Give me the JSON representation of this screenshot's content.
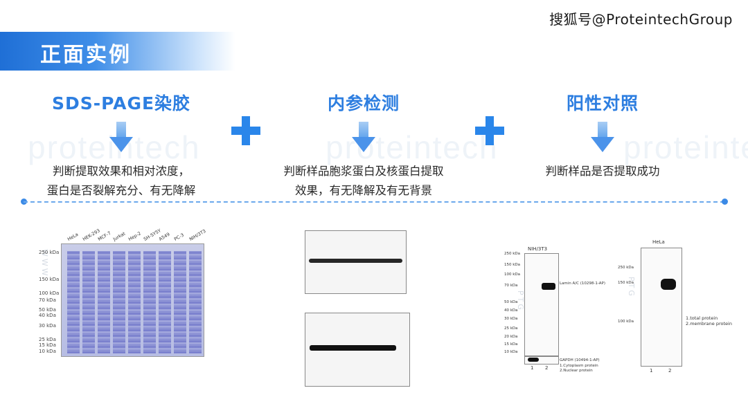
{
  "watermark": "搜狐号@ProteintechGroup",
  "title": "正面实例",
  "bg_logo_text": "proteintech",
  "columns": [
    {
      "heading": "SDS-PAGE染胶",
      "desc": [
        "判断提取效果和相对浓度，",
        "蛋白是否裂解充分、有无降解"
      ]
    },
    {
      "heading": "内参检测",
      "desc": [
        "判断样品胞浆蛋白及核蛋白提取",
        "效果，有无降解及有无背景"
      ]
    },
    {
      "heading": "阳性对照",
      "desc": [
        "判断样品是否提取成功"
      ]
    }
  ],
  "gel": {
    "lanes": [
      "HeLa",
      "HEK-293",
      "MCF-7",
      "Jurkat",
      "Hep-2",
      "SH-SY5Y",
      "A549",
      "PC-3",
      "NIH/3T3"
    ],
    "ladder": [
      "250 kDa",
      "150 kDa",
      "100 kDa",
      "70 kDa",
      "50 kDa",
      "40 kDa",
      "30 kDa",
      "25 kDa",
      "15 kDa",
      "10 kDa"
    ]
  },
  "blot_right1": {
    "cell": "NIH/3T3",
    "ladder": [
      "250 kDa",
      "150 kDa",
      "100 kDa",
      "70 kDa",
      "50 kDa",
      "40 kDa",
      "30 kDa",
      "25 kDa",
      "20 kDa",
      "15 kDa",
      "10 kDa"
    ],
    "target": "Lamin A/C (10298-1-AP)",
    "control": "GAPDH (10494-1-AP)",
    "legend": [
      "1.Cytoplasm protein",
      "2.Nuclear protein"
    ],
    "lane_nums": [
      "1",
      "2"
    ]
  },
  "blot_right2": {
    "cell": "HeLa",
    "ladder": [
      "250 kDa",
      "150 kDa",
      "100 kDa"
    ],
    "legend": [
      "1.total protein",
      "2.membrane protein"
    ],
    "lane_nums": [
      "1",
      "2"
    ]
  }
}
